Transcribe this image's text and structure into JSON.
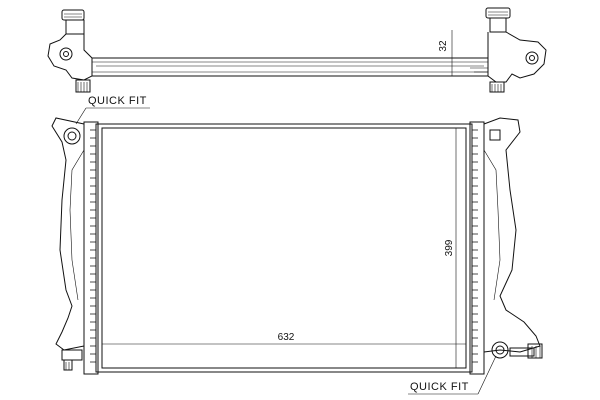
{
  "labels": {
    "quick_fit_top": "QUICK FIT",
    "quick_fit_bottom": "QUICK FIT"
  },
  "dimensions": {
    "width": "632",
    "height": "399",
    "depth": "32"
  },
  "colors": {
    "line": "#111111",
    "background": "#ffffff"
  }
}
